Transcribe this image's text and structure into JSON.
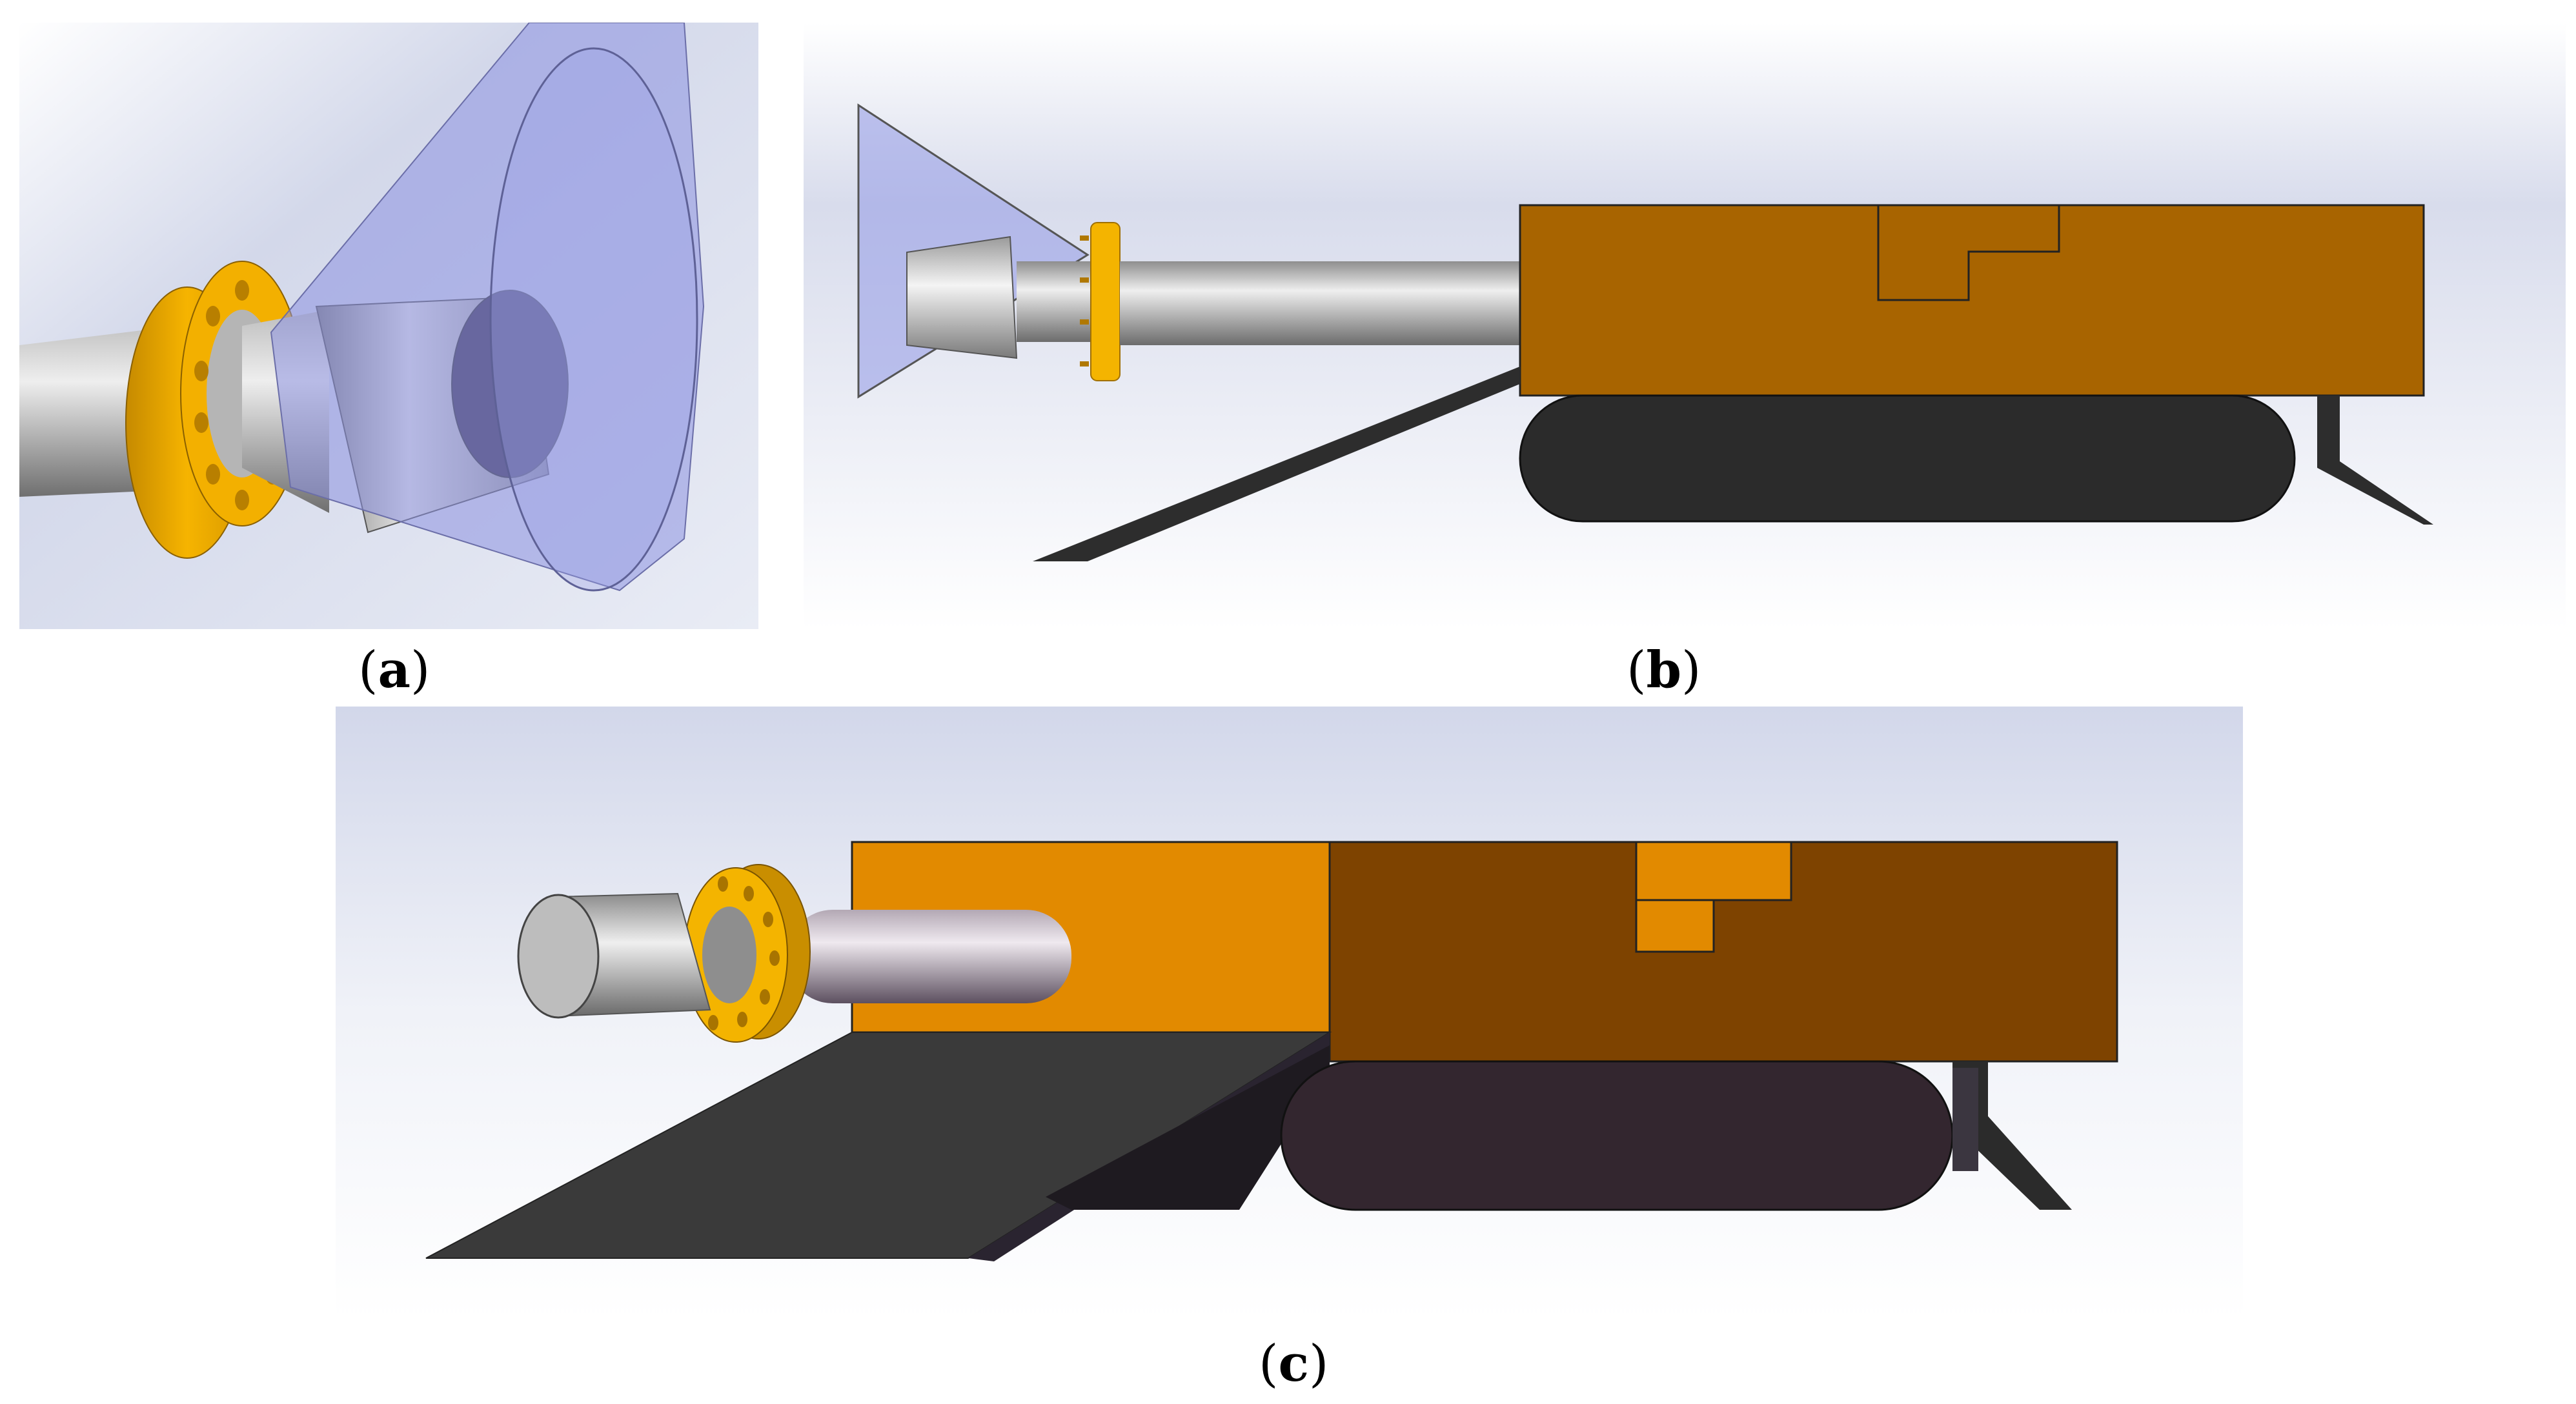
{
  "captions": {
    "a": {
      "open": "(",
      "letter": "a",
      "close": ")"
    },
    "b": {
      "open": "(",
      "letter": "b",
      "close": ")"
    },
    "c": {
      "open": "(",
      "letter": "c",
      "close": ")"
    }
  },
  "colors": {
    "background_top": "#d4d9e9",
    "background_bottom": "#ffffff",
    "flange": "#f4b400",
    "flange_shadow": "#c98e00",
    "body_b": "#a86400",
    "body_c_light": "#e28a00",
    "body_c_dark": "#7e4300",
    "track": "#2b2b2b",
    "track_c": "#33262f",
    "ramp": "#3a3a3a",
    "cone_transparent": "#8a8ee0",
    "pipe_light": "#e6e6e6",
    "pipe_dark": "#6e6e6e"
  }
}
